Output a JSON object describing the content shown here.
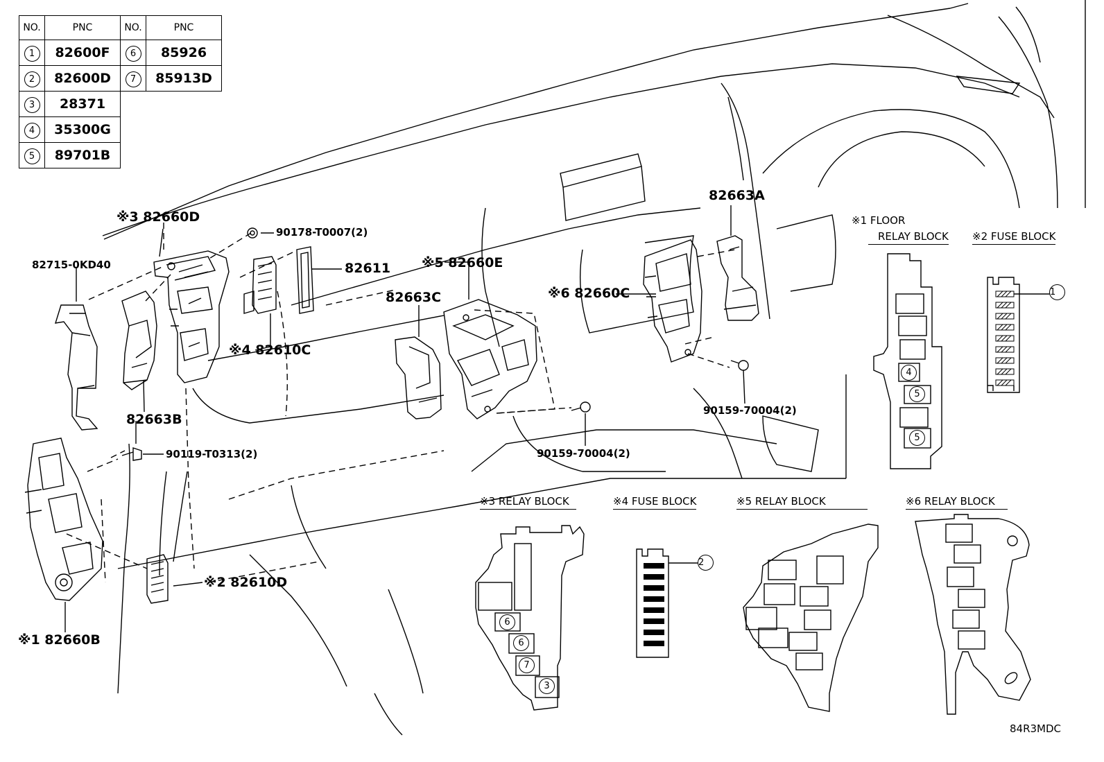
{
  "table": {
    "header": {
      "no": "NO.",
      "pnc": "PNC"
    },
    "rows": [
      {
        "left_no": "1",
        "left_pnc": "82600F",
        "right_no": "6",
        "right_pnc": "85926"
      },
      {
        "left_no": "2",
        "left_pnc": "82600D",
        "right_no": "7",
        "right_pnc": "85913D"
      },
      {
        "left_no": "3",
        "left_pnc": "28371"
      },
      {
        "left_no": "4",
        "left_pnc": "35300G"
      },
      {
        "left_no": "5",
        "left_pnc": "89701B"
      }
    ]
  },
  "labels": {
    "p82660D": "※3 82660D",
    "p90178": "90178-T0007(2)",
    "p82715": "82715-0KD40",
    "p82611": "82611",
    "p82660E": "※5 82660E",
    "p82663C": "82663C",
    "p82663A": "82663A",
    "p82660C": "※6 82660C",
    "p82610C": "※4 82610C",
    "p82663B": "82663B",
    "p90119": "90119-T0313(2)",
    "p90159a": "90159-70004(2)",
    "p90159b": "90159-70004(2)",
    "p82610D": "※2 82610D",
    "p82660B": "※1 82660B"
  },
  "blocks": {
    "floor_relay_line1": "※1 FLOOR",
    "floor_relay_line2": "RELAY BLOCK",
    "fuse_block_2": "※2 FUSE BLOCK",
    "relay_block_3": "※3 RELAY BLOCK",
    "fuse_block_4": "※4 FUSE BLOCK",
    "relay_block_5": "※5 RELAY BLOCK",
    "relay_block_6": "※6 RELAY BLOCK"
  },
  "callouts": {
    "c1": "1",
    "c2": "2",
    "c3": "3",
    "c4": "4",
    "c5a": "5",
    "c5b": "5",
    "c6a": "6",
    "c6b": "6",
    "c7": "7"
  },
  "diagram_code": "84R3MDC"
}
